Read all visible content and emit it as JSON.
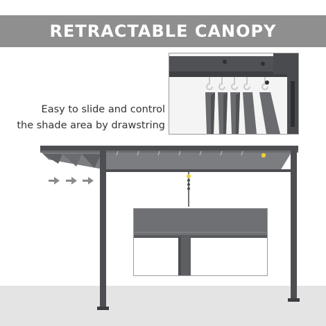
{
  "banner": {
    "title": "RETRACTABLE CANOPY"
  },
  "caption": {
    "line1": "Easy to slide and control",
    "line2": "the shade area by drawstring"
  },
  "colors": {
    "banner_bg": "#8f8f8f",
    "frame": "#4d4e52",
    "canopy": "#7c7d80",
    "accent_yellow": "#e9cf3a",
    "floor": "#e4e4e4"
  },
  "icons": {
    "direction_arrows": "arrow-right-icon",
    "drawstring_bead": "bead-icon"
  }
}
